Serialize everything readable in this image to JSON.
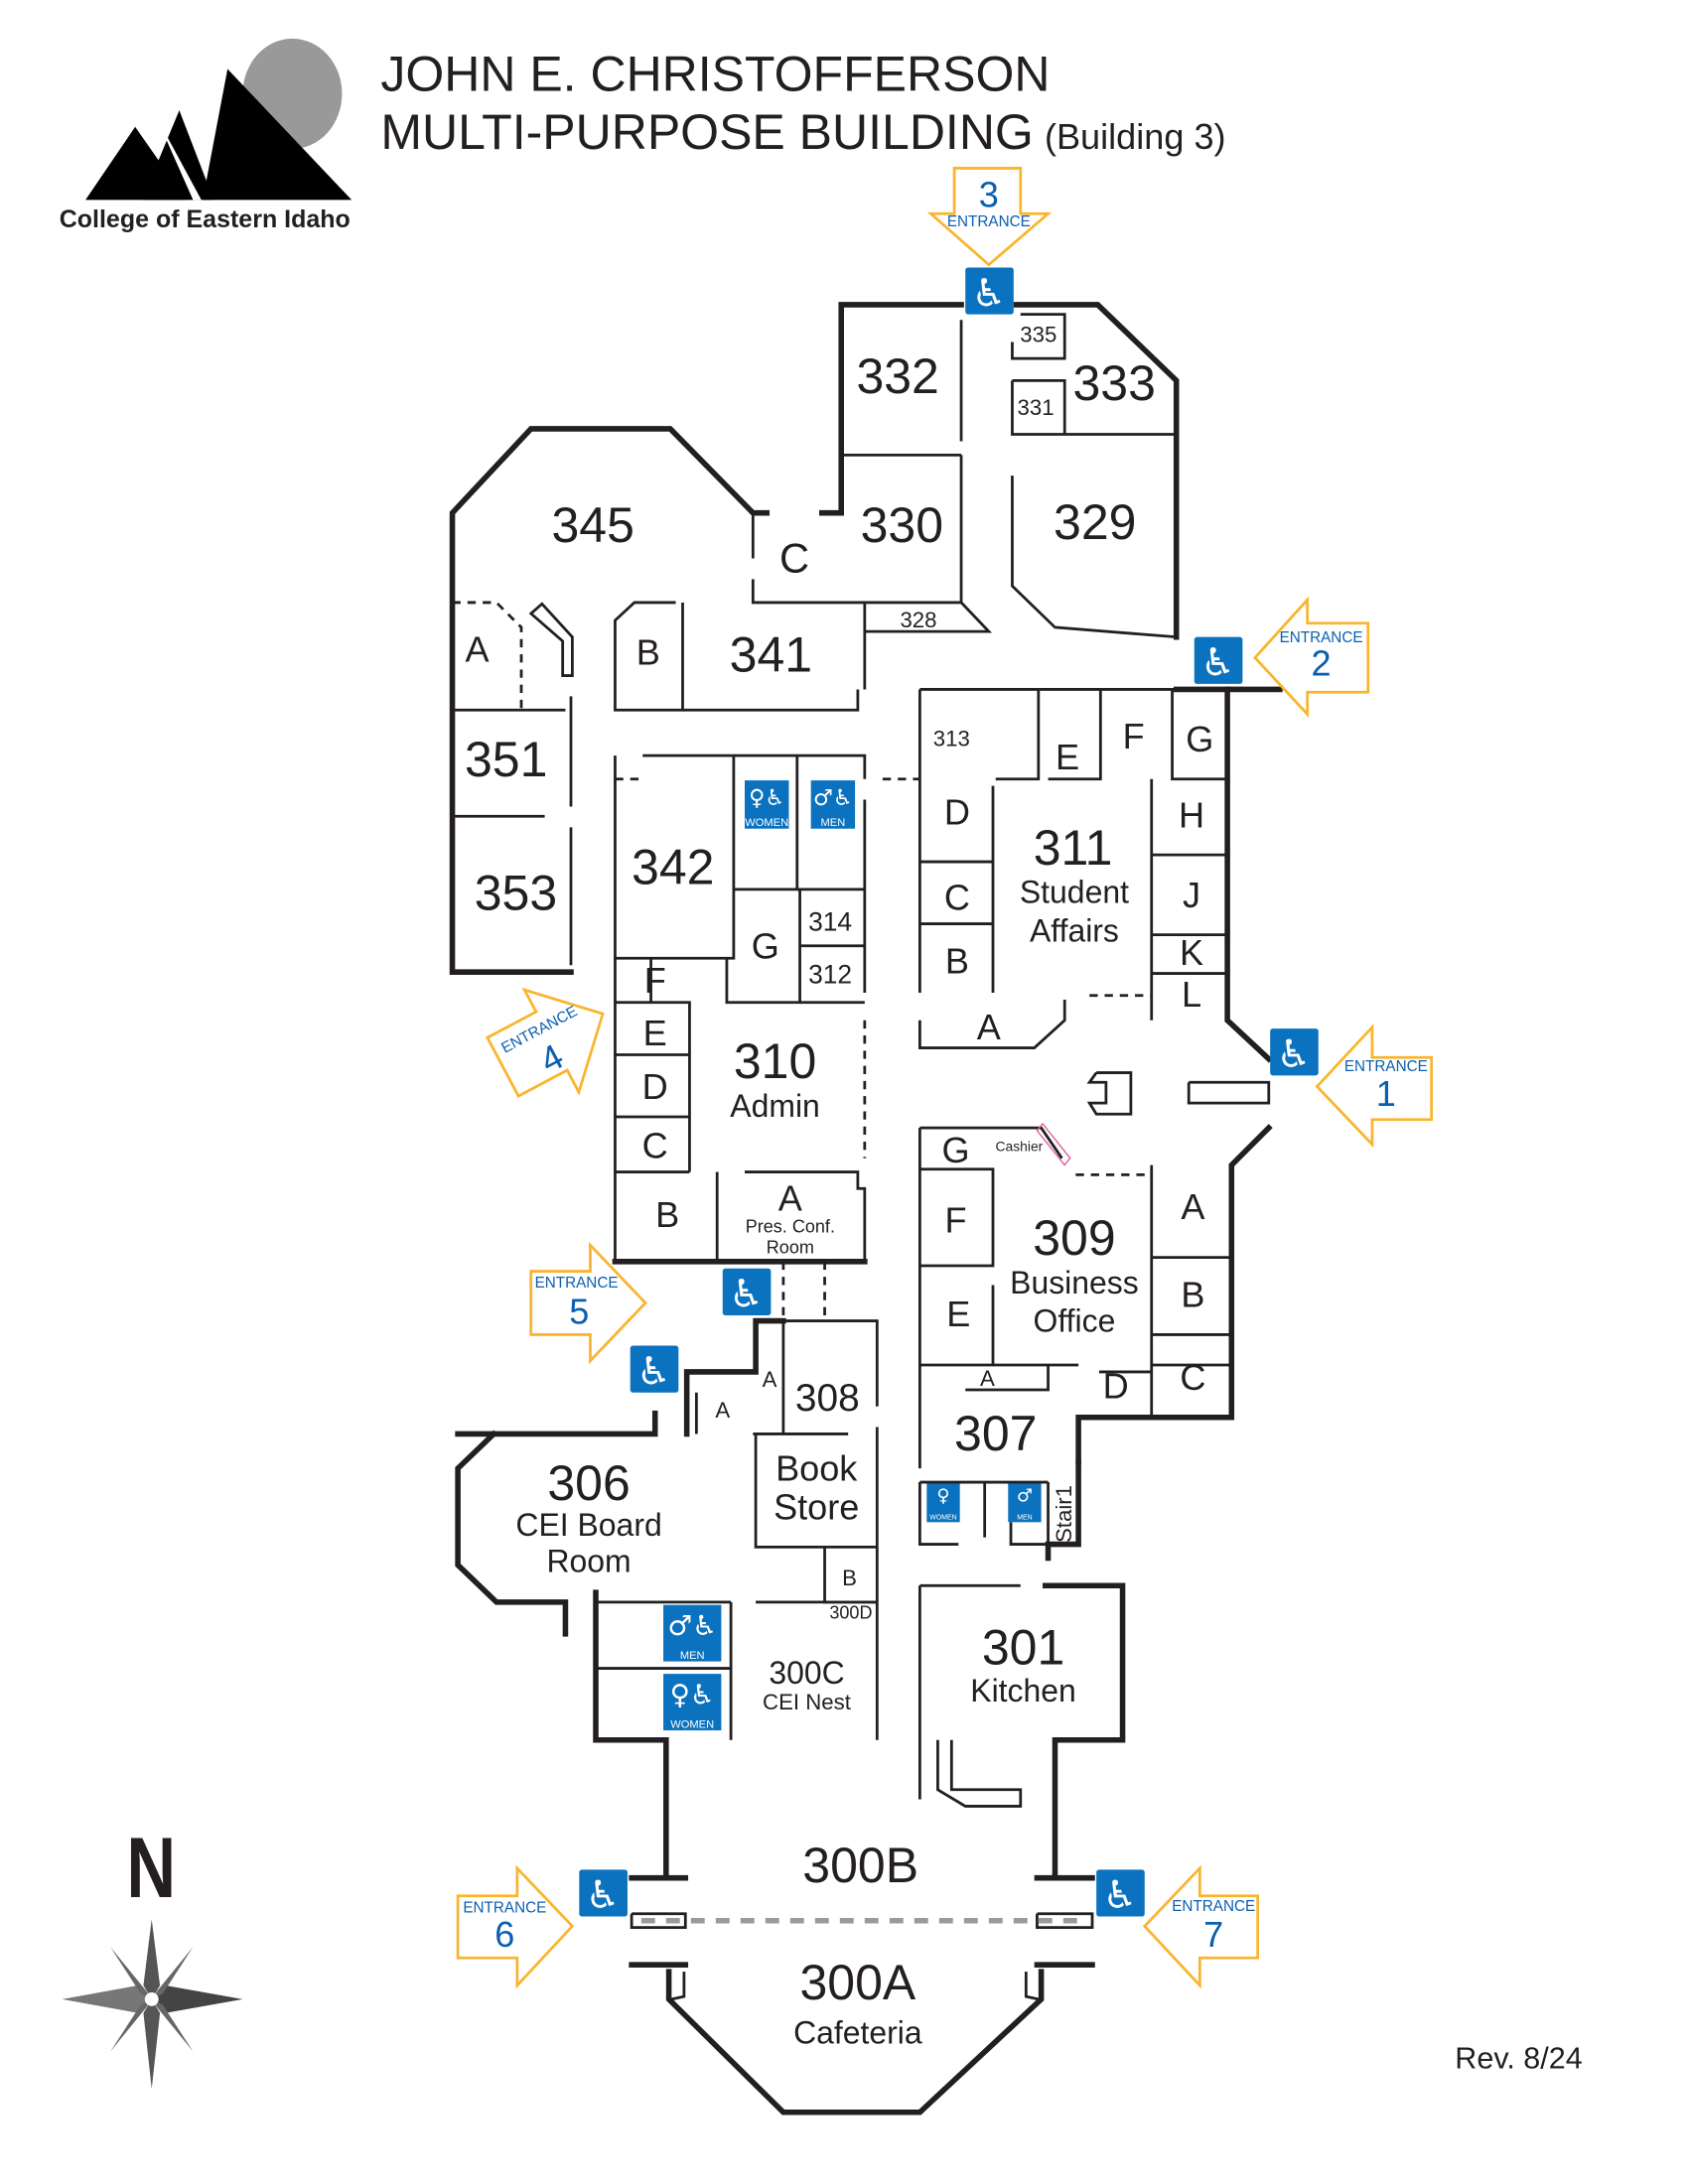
{
  "header": {
    "title_line1": "JOHN E. CHRISTOFFERSON",
    "title_line2": "MULTI-PURPOSE BUILDING",
    "title_suffix": "(Building 3)",
    "logo_text": "College of Eastern Idaho"
  },
  "colors": {
    "entrance_arrow": "#f9b52f",
    "entrance_text": "#0a5fb0",
    "accessibility": "#0b72bf",
    "walls": "#231f20",
    "cashier": "#e0609a"
  },
  "rooms": {
    "r345": {
      "number": "345"
    },
    "r345c": {
      "number": "C"
    },
    "r332": {
      "number": "332"
    },
    "r330": {
      "number": "330"
    },
    "r335": {
      "number": "335"
    },
    "r331": {
      "number": "331"
    },
    "r333": {
      "number": "333"
    },
    "r329": {
      "number": "329"
    },
    "r328": {
      "number": "328"
    },
    "r341": {
      "number": "341"
    },
    "r341b": {
      "number": "B"
    },
    "r345a": {
      "number": "A"
    },
    "r351": {
      "number": "351"
    },
    "r353": {
      "number": "353"
    },
    "r342": {
      "number": "342"
    },
    "r314": {
      "number": "314"
    },
    "r312": {
      "number": "312"
    },
    "rG": {
      "number": "G"
    },
    "r313": {
      "number": "313"
    },
    "r311": {
      "number": "311",
      "name_line1": "Student",
      "name_line2": "Affairs"
    },
    "r311d": {
      "number": "D"
    },
    "r311c": {
      "number": "C"
    },
    "r311b": {
      "number": "B"
    },
    "r311a": {
      "number": "A"
    },
    "r311e": {
      "number": "E"
    },
    "r311f": {
      "number": "F"
    },
    "r311g": {
      "number": "G"
    },
    "r311h": {
      "number": "H"
    },
    "r311j": {
      "number": "J"
    },
    "r311k": {
      "number": "K"
    },
    "r311l": {
      "number": "L"
    },
    "r310": {
      "number": "310",
      "name": "Admin"
    },
    "r310f": {
      "number": "F"
    },
    "r310e": {
      "number": "E"
    },
    "r310d": {
      "number": "D"
    },
    "r310c": {
      "number": "C"
    },
    "r310b": {
      "number": "B"
    },
    "r310a": {
      "number": "A",
      "name_line1": "Pres. Conf.",
      "name_line2": "Room"
    },
    "r309": {
      "number": "309",
      "name_line1": "Business",
      "name_line2": "Office"
    },
    "r309g": {
      "number": "G"
    },
    "r309f": {
      "number": "F"
    },
    "r309e": {
      "number": "E"
    },
    "r309a": {
      "number": "A"
    },
    "r309b": {
      "number": "B"
    },
    "r309c": {
      "number": "C"
    },
    "r309d": {
      "number": "D"
    },
    "cashier": {
      "number": "Cashier"
    },
    "r307": {
      "number": "307"
    },
    "r307a": {
      "number": "A"
    },
    "stair": {
      "number": "Stair1"
    },
    "r308": {
      "number": "308",
      "name_line1": "Book",
      "name_line2": "Store"
    },
    "r308a": {
      "number": "A"
    },
    "r306a": {
      "number": "A"
    },
    "r306": {
      "number": "306",
      "name_line1": "CEI Board",
      "name_line2": "Room"
    },
    "r300b_small": {
      "number": "B"
    },
    "r300d": {
      "number": "300D"
    },
    "r300c": {
      "number": "300C",
      "name": "CEI Nest"
    },
    "r301": {
      "number": "301",
      "name": "Kitchen"
    },
    "r300b": {
      "number": "300B"
    },
    "r300a": {
      "number": "300A",
      "name": "Cafeteria"
    }
  },
  "entrances": [
    {
      "label": "ENTRANCE",
      "number": "1"
    },
    {
      "label": "ENTRANCE",
      "number": "2"
    },
    {
      "label": "ENTRANCE",
      "number": "3"
    },
    {
      "label": "ENTRANCE",
      "number": "4"
    },
    {
      "label": "ENTRANCE",
      "number": "5"
    },
    {
      "label": "ENTRANCE",
      "number": "6"
    },
    {
      "label": "ENTRANCE",
      "number": "7"
    }
  ],
  "restrooms": {
    "women": "WOMEN",
    "men": "MEN"
  },
  "icons": {
    "accessible": "wheelchair-icon",
    "compass": "compass-rose-icon",
    "restroom": "restroom-icon"
  },
  "compass": {
    "north": "N"
  },
  "footer": {
    "revision": "Rev. 8/24"
  }
}
